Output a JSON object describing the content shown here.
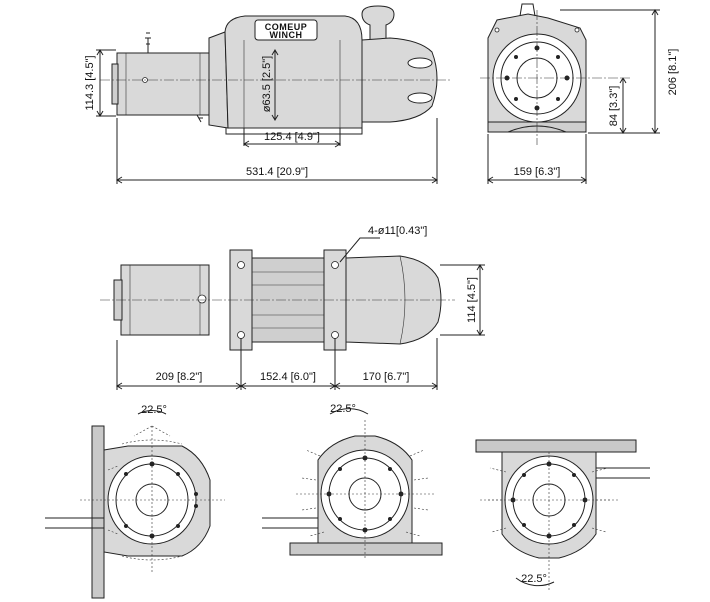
{
  "logo": {
    "line1": "COMEUP",
    "line2": "WINCH"
  },
  "dimensions": {
    "height_left": "114.3 [4.5\"]",
    "drum_dia": "ø63.5 [2.5\"]",
    "drum_len": "125.4 [4.9\"]",
    "overall_len": "531.4 [20.9\"]",
    "end_height": "206 [8.1\"]",
    "end_axis_height": "84 [3.3\"]",
    "end_width": "159 [6.3\"]",
    "holes": "4-ø11[0.43\"]",
    "top_height": "114 [4.5\"]",
    "top_left": "209 [8.2\"]",
    "top_mid": "152.4 [6.0\"]",
    "top_right": "170 [6.7\"]",
    "angle_1": "22.5°",
    "angle_2": "22.5°",
    "angle_3": "22.5°"
  }
}
